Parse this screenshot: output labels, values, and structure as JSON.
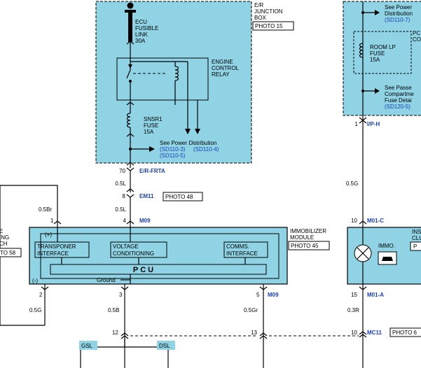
{
  "junction_box": {
    "title_line1": "E/R",
    "title_line2": "JUNCTION",
    "title_line3": "BOX",
    "photo": "PHOTO 15",
    "fusible_link": [
      "ECU",
      "FUSIBLE",
      "LINK",
      "30A"
    ],
    "relay": [
      "ENGINE",
      "CONTROL",
      "RELAY"
    ],
    "fuse": [
      "SNSR1",
      "FUSE",
      "15A"
    ],
    "see_power": "See Power Distribution",
    "ref1": "(SD110-3)",
    "ref2": "(SD110-4)",
    "ref3": "(SD110-5)"
  },
  "right_box": {
    "see_power": "See Power",
    "distribution": "Distribution",
    "ref_top": "(SD110-7)",
    "room_fuse": [
      "ROOM LP",
      "FUSE",
      "15A"
    ],
    "side_text1": "PC",
    "side_text2": "CO",
    "see_pass": "See Passe",
    "compartment": "Compartme",
    "fuse_detail": "Fuse Detai",
    "ref_bottom": "(SD120-5)"
  },
  "wires": {
    "pin70": "70",
    "conn_erfrta": "E/R-FRTA",
    "w_05l_a": "0.5L",
    "pin8": "8",
    "conn_em11": "EM11",
    "photo48": "PHOTO 48",
    "w_05l_b": "0.5L",
    "pin4": "4",
    "conn_m09_top": "M09",
    "w_05br": "0.5Br",
    "pin1": "1",
    "pin1_right": "1",
    "conn_iph": "I/P-H",
    "w_05g_right": "0.5G",
    "pin10": "10",
    "conn_m01c": "M01-C",
    "pin2": "2",
    "pin3": "3",
    "pin5": "5",
    "conn_m09_bot": "M09",
    "w_05g": "0.5G",
    "w_05b": "0.5B",
    "w_05gr": "0.5Gr",
    "pin15": "15",
    "conn_m01a": "M01-A",
    "w_03r": "0.3R",
    "pin12": "12",
    "pin13": "13",
    "pin10b": "10",
    "conn_mc11": "MC11",
    "photo_mc11": "PHOTO 6",
    "gsl": "GSL",
    "dsl": "DSL"
  },
  "left_stub": {
    "line1": "E",
    "line2": "ING",
    "line3": "CH",
    "photo": "TO 58"
  },
  "module": {
    "title_line1": "IMMOBILIZER",
    "title_line2": "MODULE",
    "photo": "PHOTO 45",
    "plus": "(+)",
    "minus": "(-)",
    "transponder": [
      "TRANSPONER",
      "INTERFACE"
    ],
    "voltage": [
      "VOLTAGE",
      "CONDITIONING"
    ],
    "comms": [
      "COMMS.",
      "INTERFACE"
    ],
    "pcu": "PCU",
    "ground": "Ground"
  },
  "cluster": {
    "label1": "INS",
    "label2": "CLU",
    "photo": "P",
    "immo": "IMMO."
  }
}
